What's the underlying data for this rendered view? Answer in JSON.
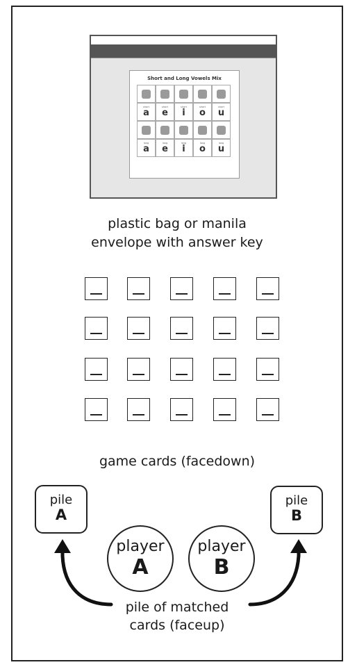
{
  "worksheet": {
    "title": "Short and Long Vowels Mix",
    "short_tag": "short",
    "long_tag": "long",
    "short_row": [
      "a",
      "e",
      "i",
      "o",
      "u"
    ],
    "long_row": [
      "a",
      "e",
      "i",
      "o",
      "u"
    ]
  },
  "envelope_caption": [
    "plastic bag or manila",
    "envelope with answer key"
  ],
  "cards_caption": "game cards (facedown)",
  "pile_a": {
    "label": "pile",
    "letter": "A"
  },
  "pile_b": {
    "label": "pile",
    "letter": "B"
  },
  "player_a": {
    "label": "player",
    "letter": "A"
  },
  "player_b": {
    "label": "player",
    "letter": "B"
  },
  "matched_caption": [
    "pile of matched",
    "cards (faceup)"
  ],
  "card_grid": {
    "rows": 4,
    "cols": 5
  }
}
